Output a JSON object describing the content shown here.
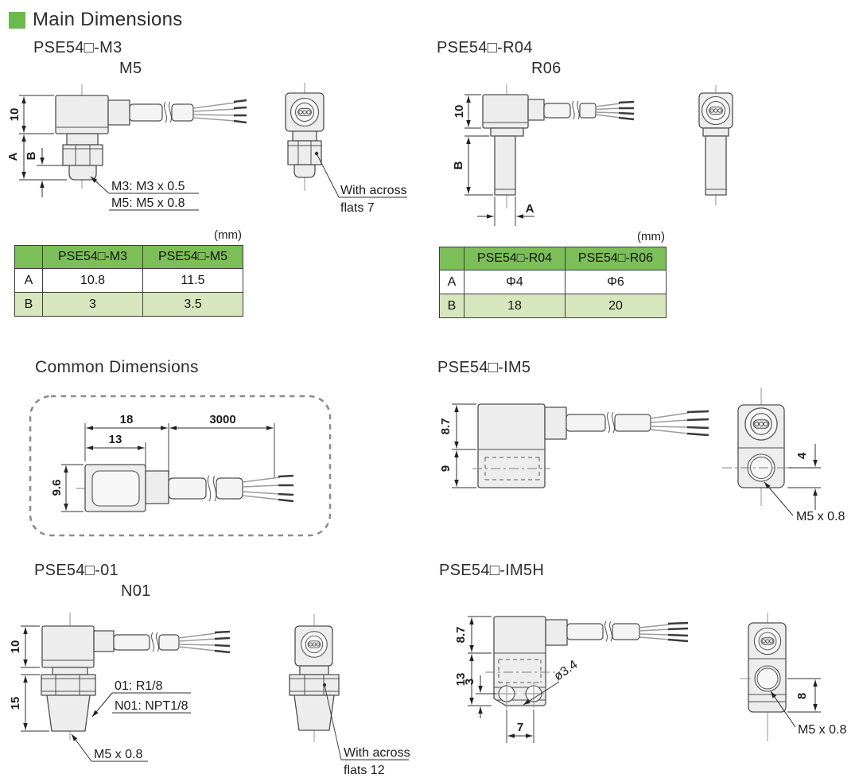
{
  "page": {
    "title": "Main Dimensions"
  },
  "colors": {
    "bullet_green": "#6cb94f",
    "table_header_green": "#7cbe58",
    "table_row_light_green": "#d6e7bd",
    "drawing_fill": "#ededed",
    "line_color": "#4f4f4f"
  },
  "sections": {
    "m3": {
      "heading_line1": "PSE54□-M3",
      "heading_line2": "M5",
      "dim_height": "10",
      "dim_a": "A",
      "dim_b": "B",
      "thread_note_line1": "M3: M3 x 0.5",
      "thread_note_line2": "M5: M5 x 0.8",
      "flats_note_line1": "With across",
      "flats_note_line2": "flats 7",
      "table": {
        "unit": "(mm)",
        "col_headers": [
          "PSE54□-M3",
          "PSE54□-M5"
        ],
        "rows": [
          {
            "label": "A",
            "values": [
              "10.8",
              "11.5"
            ]
          },
          {
            "label": "B",
            "values": [
              "3",
              "3.5"
            ]
          }
        ]
      }
    },
    "r04": {
      "heading_line1": "PSE54□-R04",
      "heading_line2": "R06",
      "dim_height": "10",
      "dim_b": "B",
      "dim_a": "A",
      "table": {
        "unit": "(mm)",
        "col_headers": [
          "PSE54□-R04",
          "PSE54□-R06"
        ],
        "rows": [
          {
            "label": "A",
            "values": [
              "Φ4",
              "Φ6"
            ]
          },
          {
            "label": "B",
            "values": [
              "18",
              "20"
            ]
          }
        ]
      }
    },
    "common": {
      "heading": "Common Dimensions",
      "dim_body_width": "18",
      "dim_inner_width": "13",
      "dim_cable_length": "3000",
      "dim_height": "9.6"
    },
    "im5": {
      "heading": "PSE54□-IM5",
      "dim_upper": "8.7",
      "dim_lower": "9",
      "dim_port_offset": "4",
      "thread_note": "M5 x 0.8"
    },
    "o1": {
      "heading_line1": "PSE54□-01",
      "heading_line2": "N01",
      "dim_upper": "10",
      "dim_lower": "15",
      "thread_note_line1": "01: R1/8",
      "thread_note_line2": "N01: NPT1/8",
      "tip_thread_note": "M5 x 0.8",
      "flats_note_line1": "With across",
      "flats_note_line2": "flats 12"
    },
    "im5h": {
      "heading": "PSE54□-IM5H",
      "dim_upper": "8.7",
      "dim_lower": "13",
      "dim_hole_offset": "3",
      "dim_hole_pitch": "7",
      "dim_port_offset": "8",
      "hole_dia_note": "ø3.4",
      "thread_note": "M5 x 0.8"
    }
  }
}
